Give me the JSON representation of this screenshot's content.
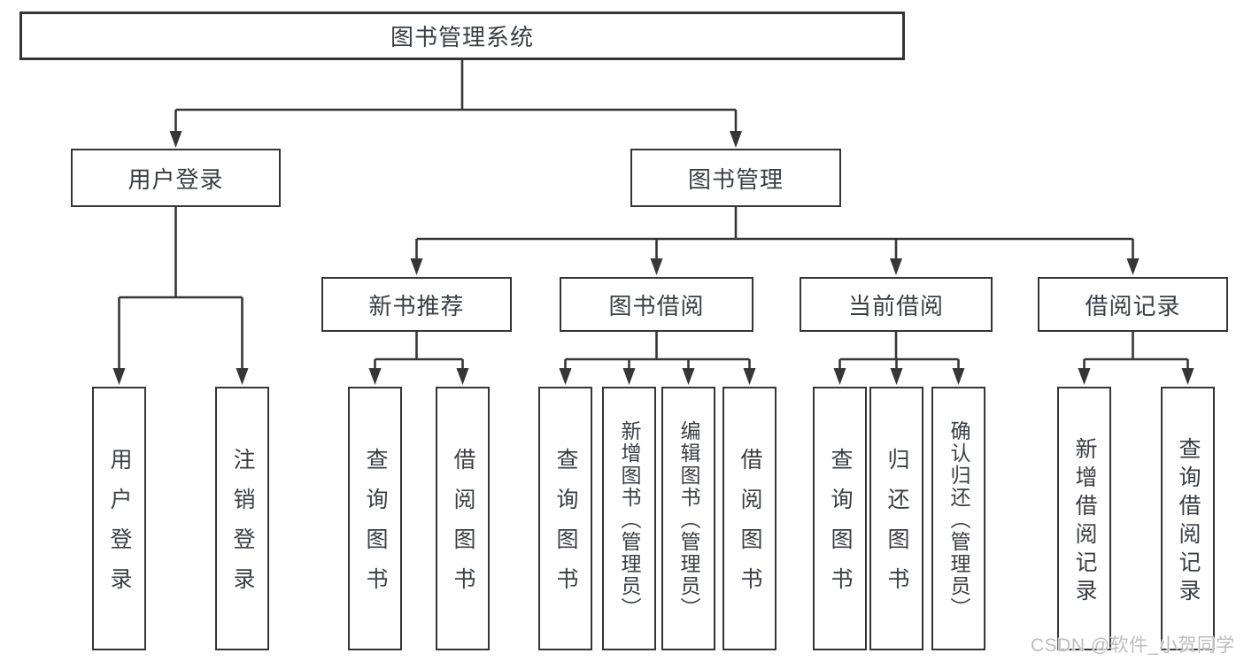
{
  "tree": {
    "root": {
      "label": "图书管理系统",
      "children": [
        {
          "label": "用户登录",
          "children": [
            {
              "label": "用户登录"
            },
            {
              "label": "注销登录"
            }
          ]
        },
        {
          "label": "图书管理",
          "children": [
            {
              "label": "新书推荐",
              "children": [
                {
                  "label": "查询图书"
                },
                {
                  "label": "借阅图书"
                }
              ]
            },
            {
              "label": "图书借阅",
              "children": [
                {
                  "label": "查询图书"
                },
                {
                  "label": "新增图书（管理员）"
                },
                {
                  "label": "编辑图书（管理员）"
                },
                {
                  "label": "借阅图书"
                }
              ]
            },
            {
              "label": "当前借阅",
              "children": [
                {
                  "label": "查询图书"
                },
                {
                  "label": "归还图书"
                },
                {
                  "label": "确认归还（管理员）"
                }
              ]
            },
            {
              "label": "借阅记录",
              "children": [
                {
                  "label": "新增借阅记录"
                },
                {
                  "label": "查询借阅记录"
                }
              ]
            }
          ]
        }
      ]
    }
  },
  "watermark": {
    "text": "CSDN @软件_小贺同学",
    "color": "#bdbdbd"
  },
  "colors": {
    "line": "#363636",
    "text": "#3a3e45",
    "box_background": "#ffffff",
    "page_background": "#ffffff"
  }
}
